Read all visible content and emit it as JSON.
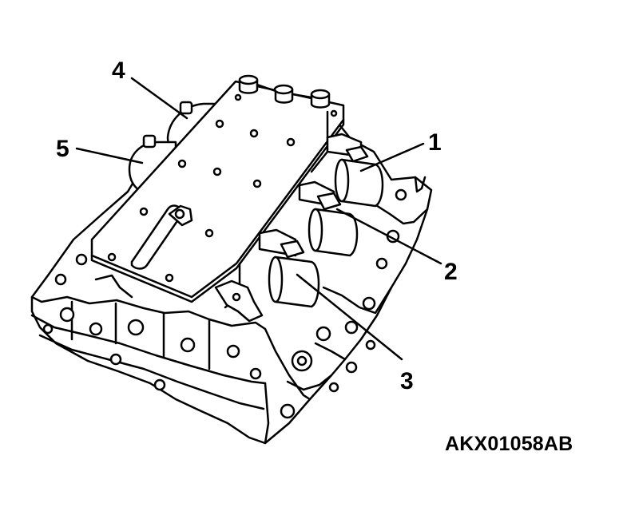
{
  "diagram": {
    "callouts": [
      {
        "id": "1",
        "label": "1"
      },
      {
        "id": "2",
        "label": "2"
      },
      {
        "id": "3",
        "label": "3"
      },
      {
        "id": "4",
        "label": "4"
      },
      {
        "id": "5",
        "label": "5"
      }
    ],
    "figure_code": "AKX01058AB",
    "colors": {
      "ink": "#000000",
      "paper": "#ffffff"
    }
  }
}
